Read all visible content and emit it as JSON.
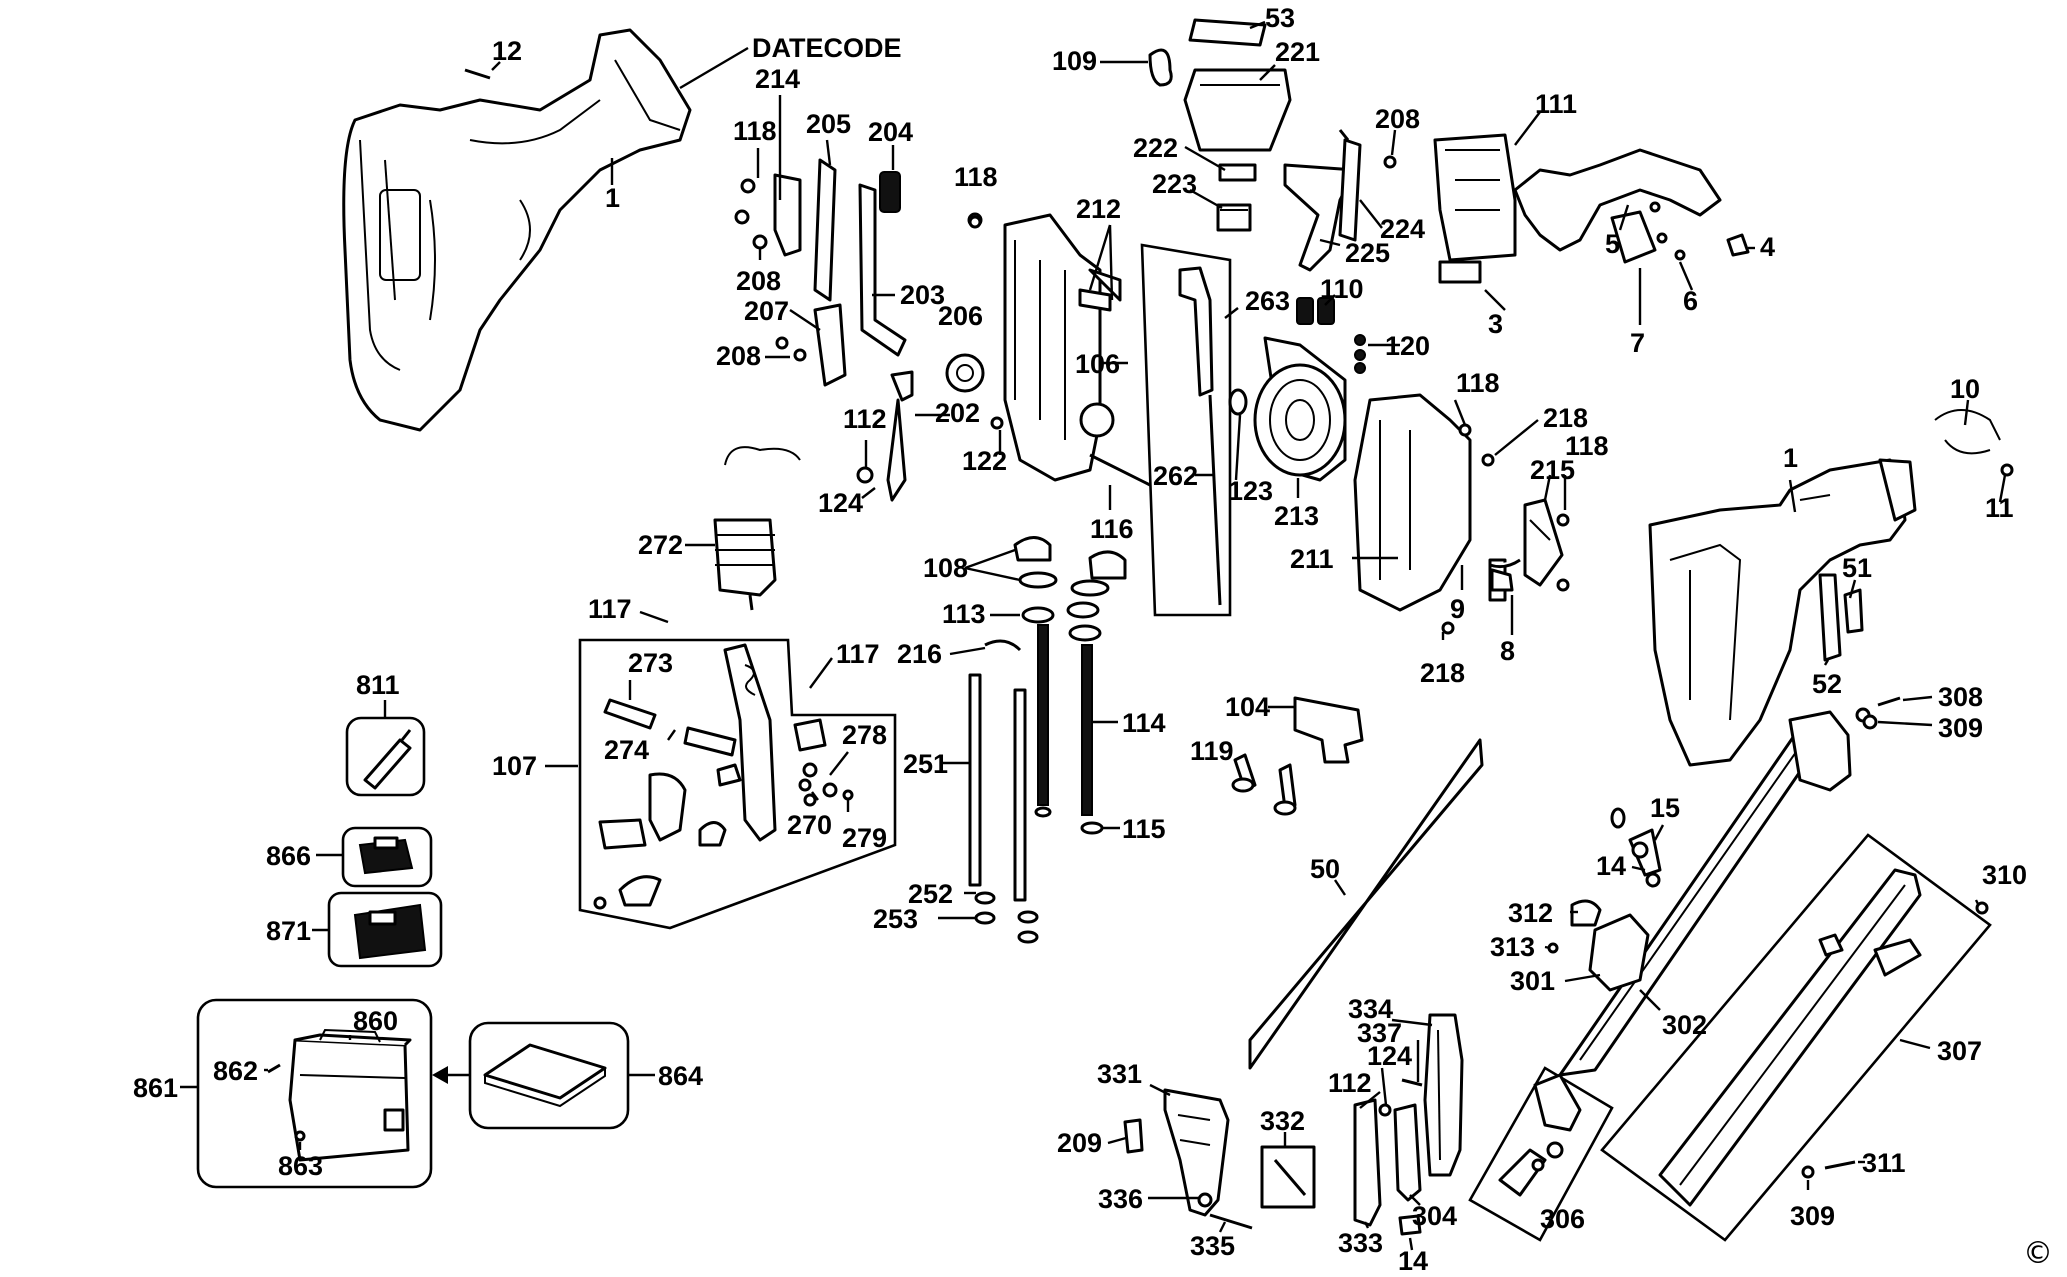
{
  "diagram": {
    "datecode_label": "DATECODE",
    "copyright_mark": "©",
    "callouts": {
      "c12": "12",
      "c1a": "1",
      "c214": "214",
      "c118a": "118",
      "c205": "205",
      "c204": "204",
      "c208a": "208",
      "c207": "207",
      "c208b": "208",
      "c203": "203",
      "c206": "206",
      "c112a": "112",
      "c202": "202",
      "c124a": "124",
      "c118b": "118",
      "c212": "212",
      "c106": "106",
      "c122": "122",
      "c116": "116",
      "c109": "109",
      "c53": "53",
      "c221": "221",
      "c222": "222",
      "c223": "223",
      "c208c": "208",
      "c224": "224",
      "c225": "225",
      "c263": "263",
      "c110": "110",
      "c120": "120",
      "c262": "262",
      "c123": "123",
      "c213": "213",
      "c111": "111",
      "c5": "5",
      "c4": "4",
      "c6": "6",
      "c3": "3",
      "c7": "7",
      "c118c": "118",
      "c218a": "218",
      "c215": "215",
      "c118d": "118",
      "c211": "211",
      "c9": "9",
      "c8": "8",
      "c218b": "218",
      "c10": "10",
      "c1b": "1",
      "c11": "11",
      "c51": "51",
      "c52": "52",
      "c308": "308",
      "c309a": "309",
      "c272": "272",
      "c117a": "117",
      "c273": "273",
      "c117b": "117",
      "c274": "274",
      "c278": "278",
      "c107": "107",
      "c270": "270",
      "c279": "279",
      "c108": "108",
      "c113": "113",
      "c216": "216",
      "c114": "114",
      "c251": "251",
      "c115": "115",
      "c252": "252",
      "c253": "253",
      "c104": "104",
      "c119": "119",
      "c50": "50",
      "c15": "15",
      "c14a": "14",
      "c312": "312",
      "c313": "313",
      "c301": "301",
      "c302": "302",
      "c310": "310",
      "c307": "307",
      "c311": "311",
      "c309b": "309",
      "c811": "811",
      "c866": "866",
      "c871": "871",
      "c860": "860",
      "c862": "862",
      "c861": "861",
      "c863": "863",
      "c864": "864",
      "c334": "334",
      "c337": "337",
      "c124b": "124",
      "c112b": "112",
      "c331": "331",
      "c332": "332",
      "c209": "209",
      "c336": "336",
      "c335": "335",
      "c333": "333",
      "c304": "304",
      "c14b": "14",
      "c306": "306"
    }
  }
}
